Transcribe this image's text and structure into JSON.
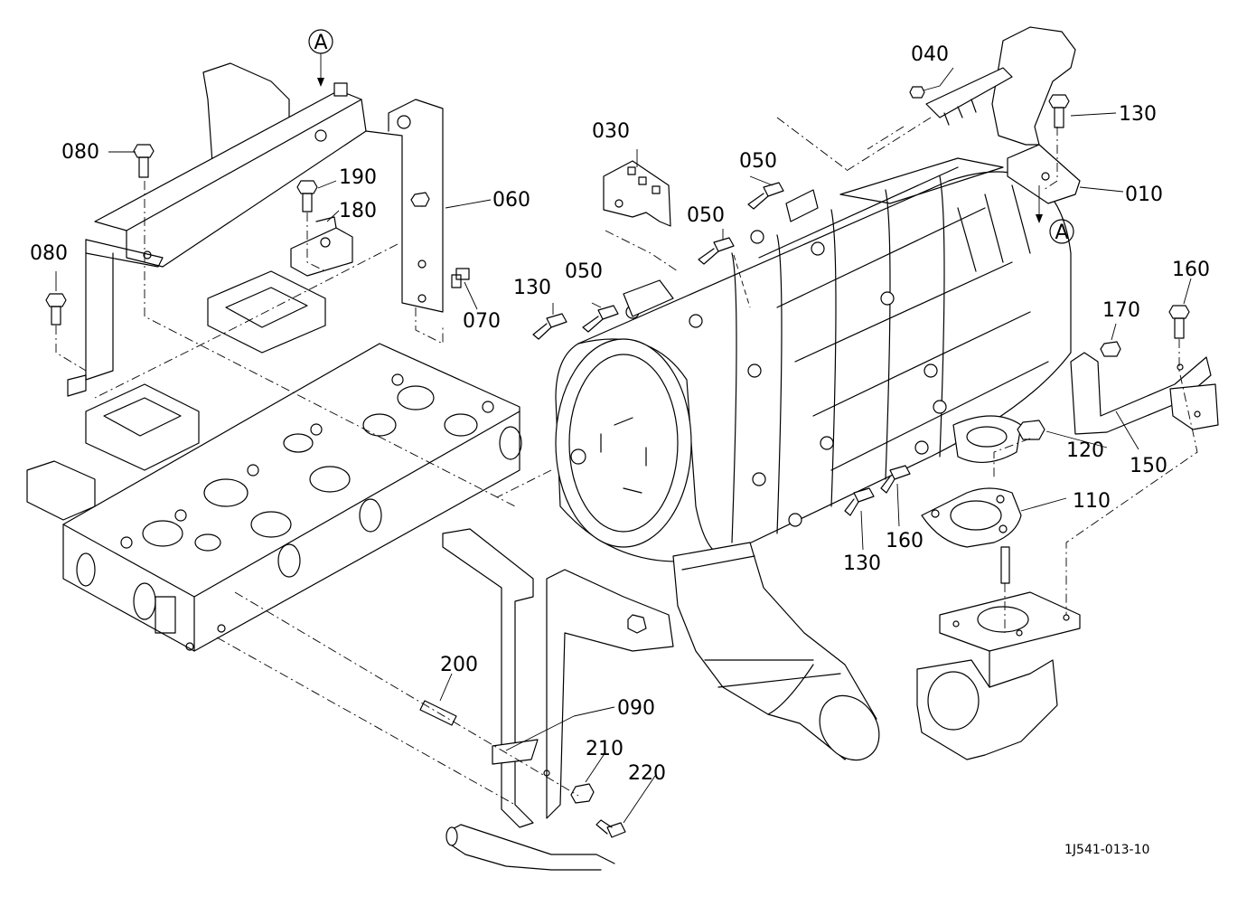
{
  "labels": {
    "p010": "010",
    "p030": "030",
    "p040": "040",
    "p050a": "050",
    "p050b": "050",
    "p050c": "050",
    "p060": "060",
    "p070": "070",
    "p080a": "080",
    "p080b": "080",
    "p090": "090",
    "p110": "110",
    "p120": "120",
    "p130a": "130",
    "p130b": "130",
    "p130c": "130",
    "p150": "150",
    "p160a": "160",
    "p160b": "160",
    "p170": "170",
    "p180": "180",
    "p190": "190",
    "p200": "200",
    "p210": "210",
    "p220": "220"
  },
  "markers": {
    "top": "A",
    "right": "A"
  },
  "drawing_ref": "1J541-013-10",
  "colors": {
    "ink": "#000000",
    "paper": "#ffffff"
  }
}
